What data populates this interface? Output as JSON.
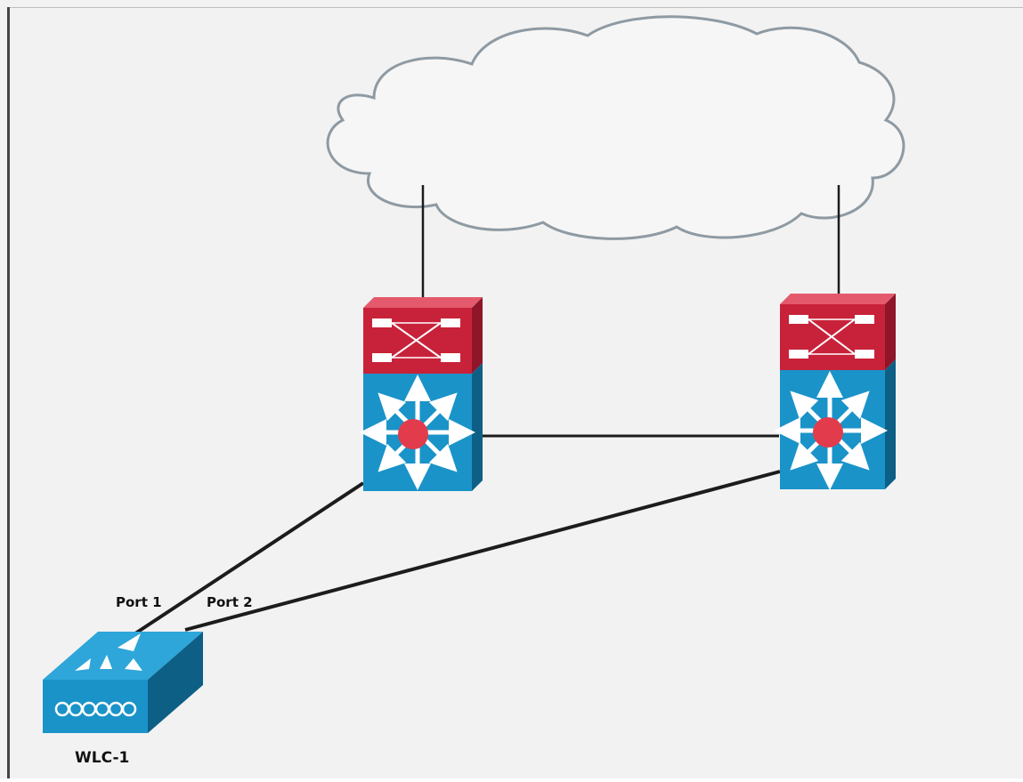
{
  "labels": {
    "port_1": "Port 1",
    "port_2": "Port 2",
    "wlc_name": "WLC-1"
  },
  "colors": {
    "background": "#f2f2f2",
    "frame": "#444444",
    "cloud_stroke": "#8e9aa3",
    "cloud_fill": "#f4f4f4",
    "link": "#1c1c1c",
    "firewall_red": "#c8223a",
    "switch_blue": "#1a93c9",
    "hub_red": "#e23b4c"
  },
  "icons": {
    "cloud": "network-cloud-icon",
    "firewall": "firewall-module-icon",
    "switch": "multilayer-switch-icon",
    "controller": "wireless-lan-controller-icon"
  }
}
